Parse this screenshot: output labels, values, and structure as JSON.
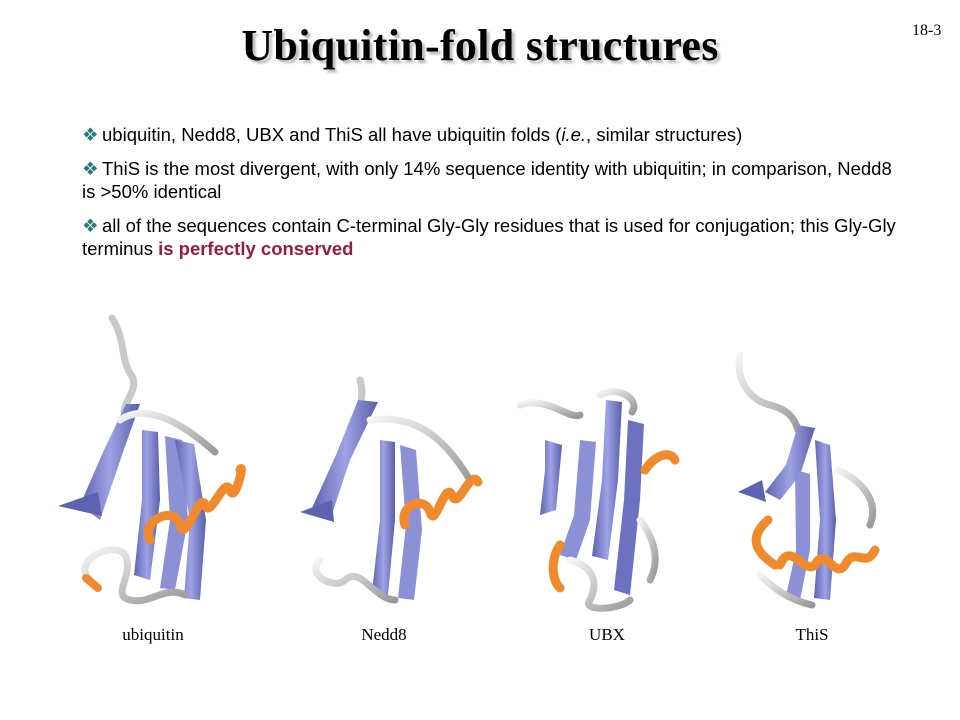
{
  "slide": {
    "number": "18-3",
    "title": "Ubiquitin-fold structures"
  },
  "bullets": [
    {
      "parts": [
        {
          "text": "ubiquitin, Nedd8, UBX and ThiS all have ubiquitin folds ("
        },
        {
          "text": "i.e.",
          "italic": true
        },
        {
          "text": ", similar structures)"
        }
      ]
    },
    {
      "parts": [
        {
          "text": "ThiS is the most divergent, with only 14% sequence identity with ubiquitin; in comparison, Nedd8 is >50% identical"
        }
      ]
    },
    {
      "parts": [
        {
          "text": "all of the sequences contain C-terminal Gly-Gly residues that is used for conjugation; this Gly-Gly terminus "
        },
        {
          "text": "is perfectly conserved",
          "emphasis": true
        }
      ]
    }
  ],
  "structures": [
    {
      "label": "ubiquitin"
    },
    {
      "label": "Nedd8"
    },
    {
      "label": "UBX"
    },
    {
      "label": "ThiS"
    }
  ],
  "colors": {
    "strand": "#7b80c8",
    "helix": "#f08a2c",
    "coil": "#d9d9d9",
    "emphasis": "#9b1b3c",
    "bullet_marker": "#2a7a7a"
  },
  "icons": {
    "bullet": "diamond-bullet-icon"
  }
}
